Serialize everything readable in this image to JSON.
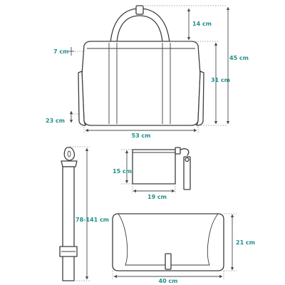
{
  "colors": {
    "label": "#1f8f8a",
    "outline": "#3a3d40",
    "dimension": "#4a4d50"
  },
  "labels": {
    "handle_height": "14 cm",
    "bag_total_height": "45 cm",
    "side_pocket_top": "7 cm",
    "body_height": "31 cm",
    "side_pocket_bottom": "23 cm",
    "bag_width": "53 cm",
    "pouch_height": "15 cm",
    "pouch_width": "19 cm",
    "strap_length": "78-141 cm",
    "mat_height": "21 cm",
    "mat_width": "40 cm"
  }
}
